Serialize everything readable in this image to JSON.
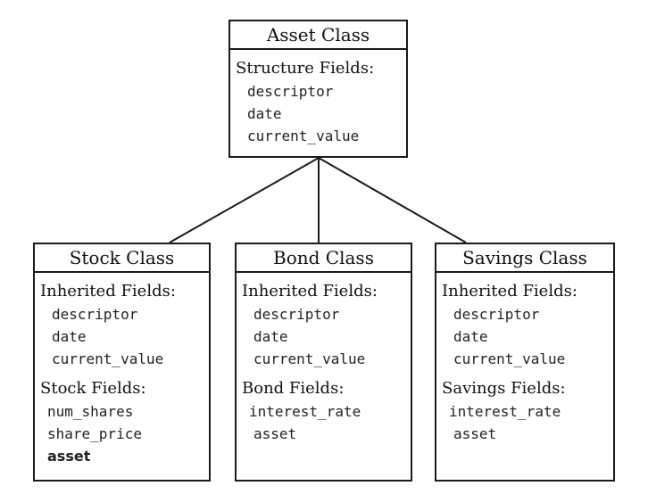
{
  "asset_class": {
    "title": "Asset Class",
    "structure_heading": "Structure Fields:",
    "fields": [
      "descriptor",
      "date",
      "current_value"
    ]
  },
  "stock_class": {
    "title": "Stock Class",
    "inherited_heading": "Inherited Fields:",
    "inherited_fields": [
      "descriptor",
      "date",
      "current_value"
    ],
    "own_heading": "Stock Fields:",
    "own_fields": [
      "num_shares",
      "share_price",
      "asset"
    ]
  },
  "bond_class": {
    "title": "Bond Class",
    "inherited_heading": "Inherited Fields:",
    "inherited_fields": [
      "descriptor",
      "date",
      "current_value"
    ],
    "own_heading": "Bond Fields:",
    "own_fields": [
      "interest_rate",
      "asset"
    ]
  },
  "savings_class": {
    "title": "Savings Class",
    "inherited_heading": "Inherited Fields:",
    "inherited_fields": [
      "descriptor",
      "date",
      "current_value"
    ],
    "own_heading": "Savings Fields:",
    "own_fields": [
      "interest_rate",
      "asset"
    ]
  }
}
